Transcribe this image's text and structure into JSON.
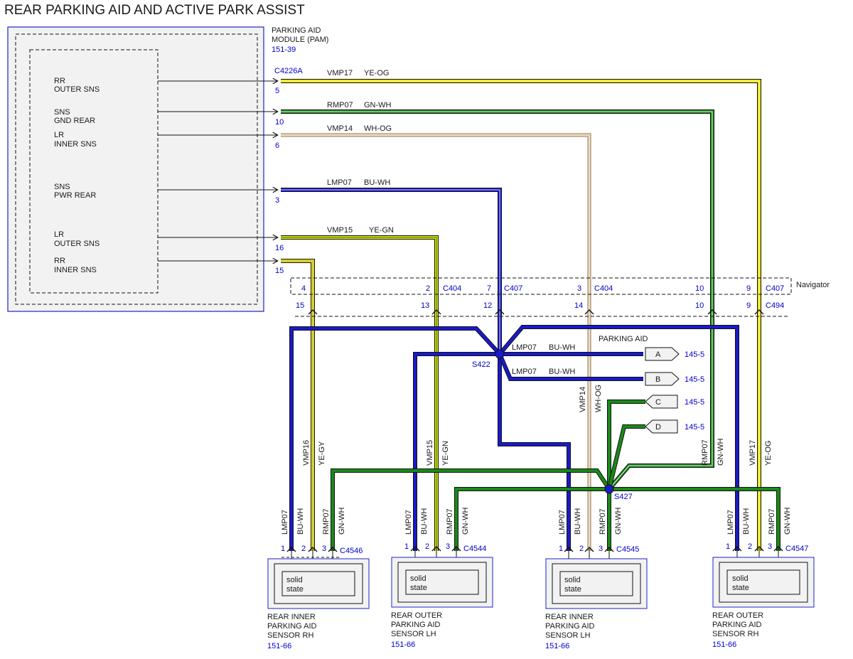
{
  "title": "REAR PARKING AID AND ACTIVE PARK ASSIST",
  "module": {
    "name_line1": "PARKING AID",
    "name_line2": "MODULE (PAM)",
    "ref": "151-39",
    "connector": "C4226A",
    "pins": [
      {
        "line1": "RR",
        "line2": "OUTER SNS",
        "pin": "5",
        "circuit": "VMP17",
        "color": "YE-OG"
      },
      {
        "line1": "SNS",
        "line2": "GND REAR",
        "pin": "10",
        "circuit": "RMP07",
        "color": "GN-WH"
      },
      {
        "line1": "LR",
        "line2": "INNER SNS",
        "pin": "6",
        "circuit": "VMP14",
        "color": "WH-OG"
      },
      {
        "line1": "SNS",
        "line2": "PWR REAR",
        "pin": "3",
        "circuit": "LMP07",
        "color": "BU-WH"
      },
      {
        "line1": "LR",
        "line2": "OUTER SNS",
        "pin": "16",
        "circuit": "VMP15",
        "color": "YE-GN"
      },
      {
        "line1": "RR",
        "line2": "INNER SNS",
        "pin": "15",
        "circuit": "",
        "color": ""
      }
    ]
  },
  "inline_connectors": {
    "navigator_label": "Navigator",
    "upper": [
      {
        "pin": "4",
        "conn": ""
      },
      {
        "pin": "2",
        "conn": "C404"
      },
      {
        "pin": "7",
        "conn": "C407"
      },
      {
        "pin": "3",
        "conn": "C404"
      },
      {
        "pin": "10",
        "conn": ""
      },
      {
        "pin": "9",
        "conn": "C407"
      }
    ],
    "lower": [
      {
        "pin": "15",
        "conn": ""
      },
      {
        "pin": "13",
        "conn": ""
      },
      {
        "pin": "12",
        "conn": ""
      },
      {
        "pin": "14",
        "conn": ""
      },
      {
        "pin": "10",
        "conn": ""
      },
      {
        "pin": "9",
        "conn": "C494"
      }
    ]
  },
  "splices": {
    "s422": "S422",
    "s427": "S427"
  },
  "parking_aid": {
    "label": "PARKING AID",
    "branch_a": {
      "circuit": "LMP07",
      "color": "BU-WH"
    },
    "branch_b": {
      "circuit": "LMP07",
      "color": "BU-WH"
    },
    "tags": [
      {
        "letter": "A",
        "ref": "145-5"
      },
      {
        "letter": "B",
        "ref": "145-5"
      },
      {
        "letter": "C",
        "ref": "145-5"
      },
      {
        "letter": "D",
        "ref": "145-5"
      }
    ]
  },
  "vertical_labels": {
    "vmp16": "VMP16",
    "ye_gy": "YE-GY",
    "vmp15": "VMP15",
    "ye_gn": "YE-GN",
    "vmp14": "VMP14",
    "wh_og": "WH-OG",
    "rmp07": "RMP07",
    "gn_wh": "GN-WH",
    "vmp17": "VMP17",
    "ye_og": "YE-OG"
  },
  "sensors": [
    {
      "connector": "C4546",
      "name1": "REAR INNER",
      "name2": "PARKING AID",
      "name3": "SENSOR RH",
      "ref": "151-66",
      "state1": "solid",
      "state2": "state",
      "wires": [
        {
          "circuit": "LMP07",
          "color": "BU-WH"
        },
        {
          "circuit": "RMP07",
          "color": "GN-WH"
        }
      ],
      "pins": [
        "1",
        "2",
        "3"
      ]
    },
    {
      "connector": "C4544",
      "name1": "REAR OUTER",
      "name2": "PARKING AID",
      "name3": "SENSOR LH",
      "ref": "151-66",
      "state1": "solid",
      "state2": "state",
      "wires": [
        {
          "circuit": "LMP07",
          "color": "BU-WH"
        },
        {
          "circuit": "RMP07",
          "color": "GN-WH"
        }
      ],
      "pins": [
        "1",
        "2",
        "3"
      ]
    },
    {
      "connector": "C4545",
      "name1": "REAR INNER",
      "name2": "PARKING AID",
      "name3": "SENSOR LH",
      "ref": "151-66",
      "state1": "solid",
      "state2": "state",
      "wires": [
        {
          "circuit": "LMP07",
          "color": "BU-WH"
        },
        {
          "circuit": "RMP07",
          "color": "GN-WH"
        }
      ],
      "pins": [
        "1",
        "2",
        "3"
      ]
    },
    {
      "connector": "C4547",
      "name1": "REAR OUTER",
      "name2": "PARKING AID",
      "name3": "SENSOR RH",
      "ref": "151-66",
      "state1": "solid",
      "state2": "state",
      "wires": [
        {
          "circuit": "LMP07",
          "color": "BU-WH"
        },
        {
          "circuit": "RMP07",
          "color": "GN-WH"
        }
      ],
      "pins": [
        "1",
        "2",
        "3"
      ]
    }
  ],
  "colors": {
    "blue": "#1a1acc",
    "green": "#1a8a1a",
    "yellow": "#e8e000",
    "tan": "#e6c89a",
    "ref_text": "#0000cc"
  }
}
